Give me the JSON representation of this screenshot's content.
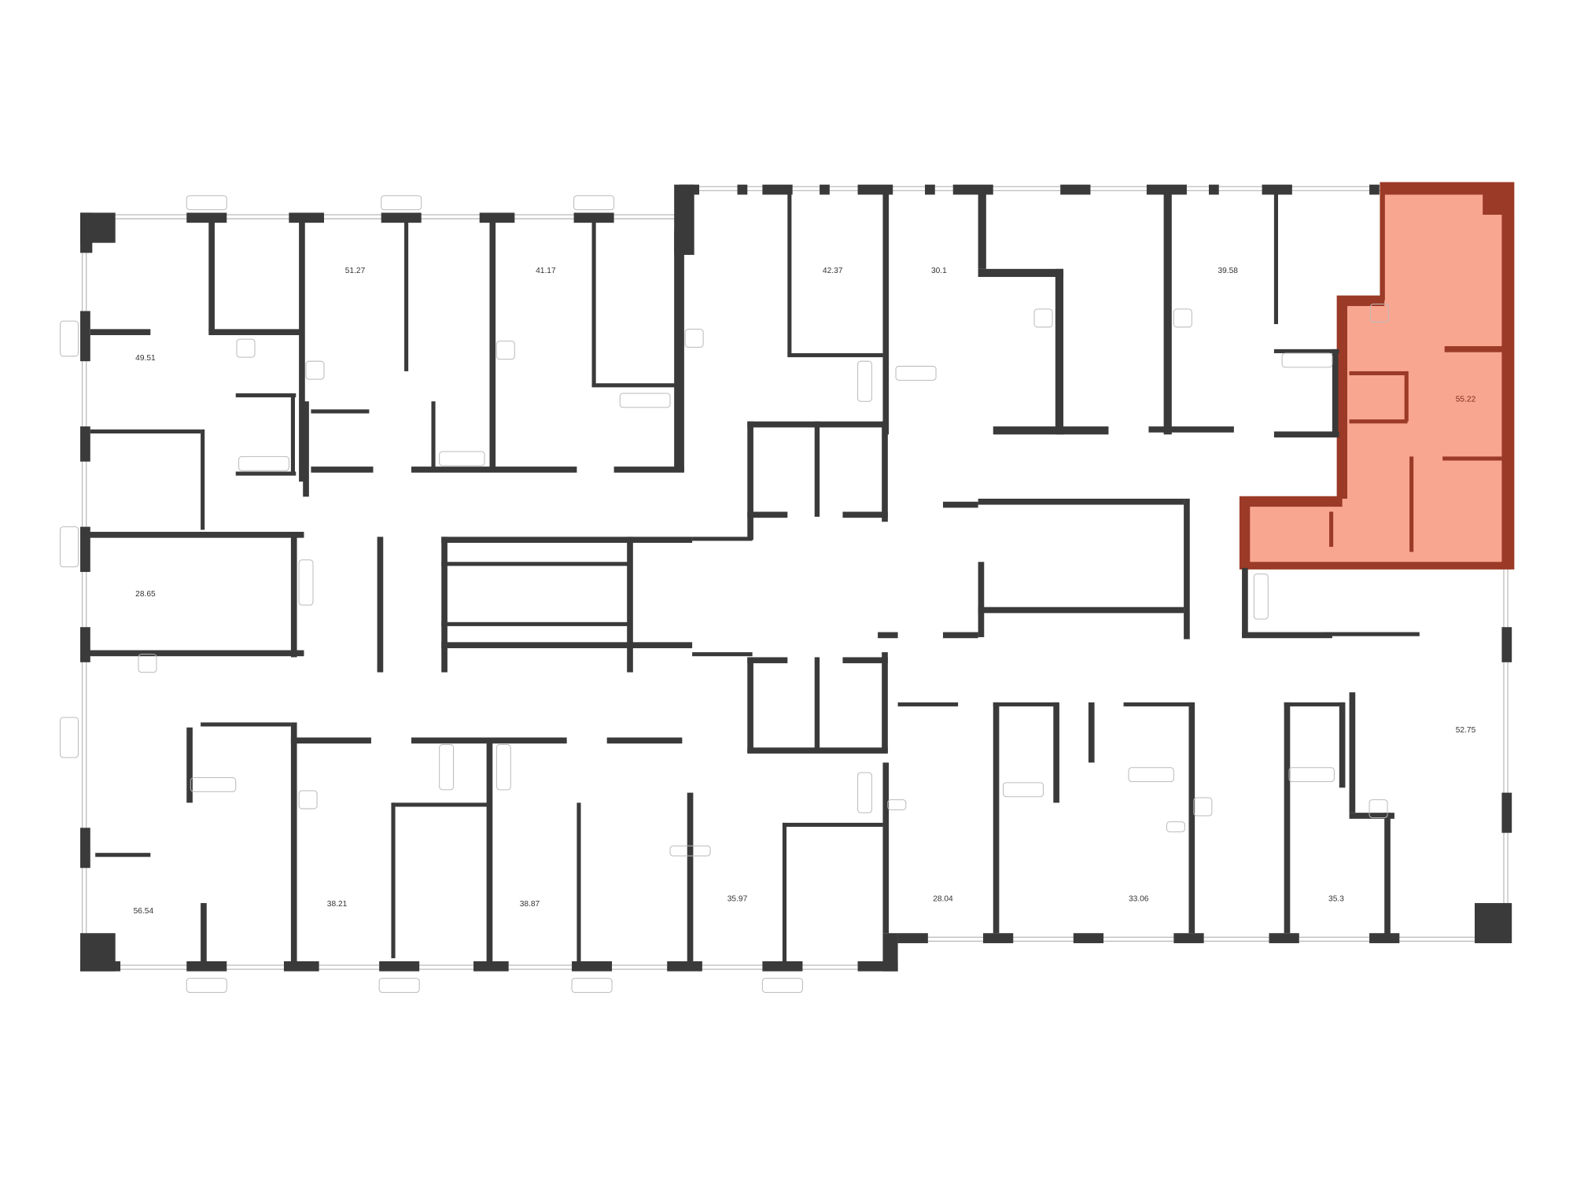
{
  "floor_plan": {
    "colors": {
      "wall": "#3a3a3a",
      "highlight_fill": "#f9a690",
      "highlight_wall": "#9b3a26",
      "fixture": "#bbbbbb"
    },
    "apartments": [
      {
        "id": "apt-49-51",
        "area": "49.51",
        "selected": false
      },
      {
        "id": "apt-51-27",
        "area": "51.27",
        "selected": false
      },
      {
        "id": "apt-41-17",
        "area": "41.17",
        "selected": false
      },
      {
        "id": "apt-42-37",
        "area": "42.37",
        "selected": false
      },
      {
        "id": "apt-30-1",
        "area": "30.1",
        "selected": false
      },
      {
        "id": "apt-39-58",
        "area": "39.58",
        "selected": false
      },
      {
        "id": "apt-55-22",
        "area": "55.22",
        "selected": true
      },
      {
        "id": "apt-28-65",
        "area": "28.65",
        "selected": false
      },
      {
        "id": "apt-52-75",
        "area": "52.75",
        "selected": false
      },
      {
        "id": "apt-56-54",
        "area": "56.54",
        "selected": false
      },
      {
        "id": "apt-38-21",
        "area": "38.21",
        "selected": false
      },
      {
        "id": "apt-38-87",
        "area": "38.87",
        "selected": false
      },
      {
        "id": "apt-35-97",
        "area": "35.97",
        "selected": false
      },
      {
        "id": "apt-28-04",
        "area": "28.04",
        "selected": false
      },
      {
        "id": "apt-33-06",
        "area": "33.06",
        "selected": false
      },
      {
        "id": "apt-35-3",
        "area": "35.3",
        "selected": false
      }
    ]
  }
}
